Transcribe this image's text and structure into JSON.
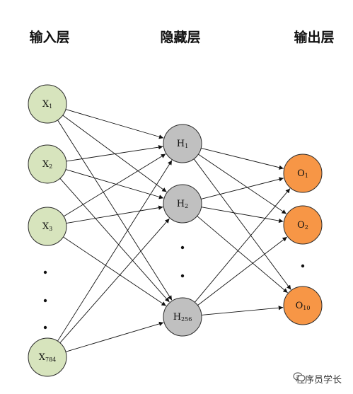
{
  "titles": {
    "input": "输入层",
    "hidden": "隐藏层",
    "output": "输出层"
  },
  "layers": {
    "input": [
      {
        "base": "X",
        "sub": "1"
      },
      {
        "base": "X",
        "sub": "2"
      },
      {
        "base": "X",
        "sub": "3"
      },
      {
        "base": "X",
        "sub": "784"
      }
    ],
    "hidden": [
      {
        "base": "H",
        "sub": "1"
      },
      {
        "base": "H",
        "sub": "2"
      },
      {
        "base": "H",
        "sub": "256"
      }
    ],
    "output": [
      {
        "base": "O",
        "sub": "1"
      },
      {
        "base": "O",
        "sub": "2"
      },
      {
        "base": "O",
        "sub": "10"
      }
    ]
  },
  "colors": {
    "input_fill": "#d7e4bd",
    "hidden_fill": "#c0c0c0",
    "output_fill": "#f79646",
    "stroke": "#2b2b2b",
    "edge": "#111111"
  },
  "watermark": "程序员学长"
}
